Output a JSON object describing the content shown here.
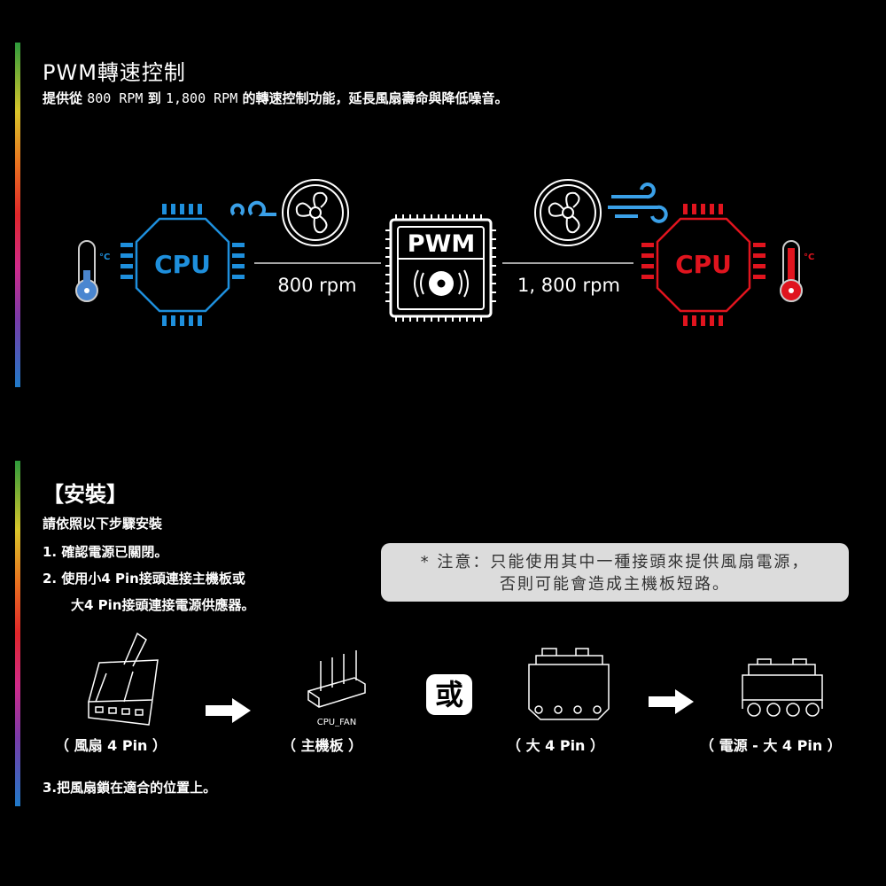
{
  "pwm": {
    "title": "PWM轉速控制",
    "desc_prefix": "提供從",
    "desc_low": "800 RPM",
    "desc_mid": "到",
    "desc_high": "1,800 RPM",
    "desc_suffix": "的轉速控制功能，延長風扇壽命與降低噪音。",
    "diagram": {
      "cpu_left": "CPU",
      "cpu_right": "CPU",
      "chip_label": "PWM",
      "rpm_low": "800 rpm",
      "rpm_high": "1, 800 rpm",
      "unit": "°C",
      "cool_color": "#1e8fdc",
      "hot_color": "#e0141e"
    }
  },
  "install": {
    "title": "【安裝】",
    "intro": "請依照以下步驟安裝",
    "step1": "1. 確認電源已關閉。",
    "step2a": "2. 使用小4 Pin接頭連接主機板或",
    "step2b": "大4 Pin接頭連接電源供應器。",
    "step3": "3.把風扇鎖在適合的位置上。",
    "note_line1": "* 注意：只能使用其中一種接頭來提供風扇電源，",
    "note_line2": "否則可能會造成主機板短路。",
    "or_label": "或",
    "header_label": "CPU_FAN",
    "captions": [
      "（ 風扇 4 Pin ）",
      "（ 主機板 ）",
      "（ 大 4 Pin ）",
      "（ 電源 - 大 4 Pin ）"
    ]
  }
}
